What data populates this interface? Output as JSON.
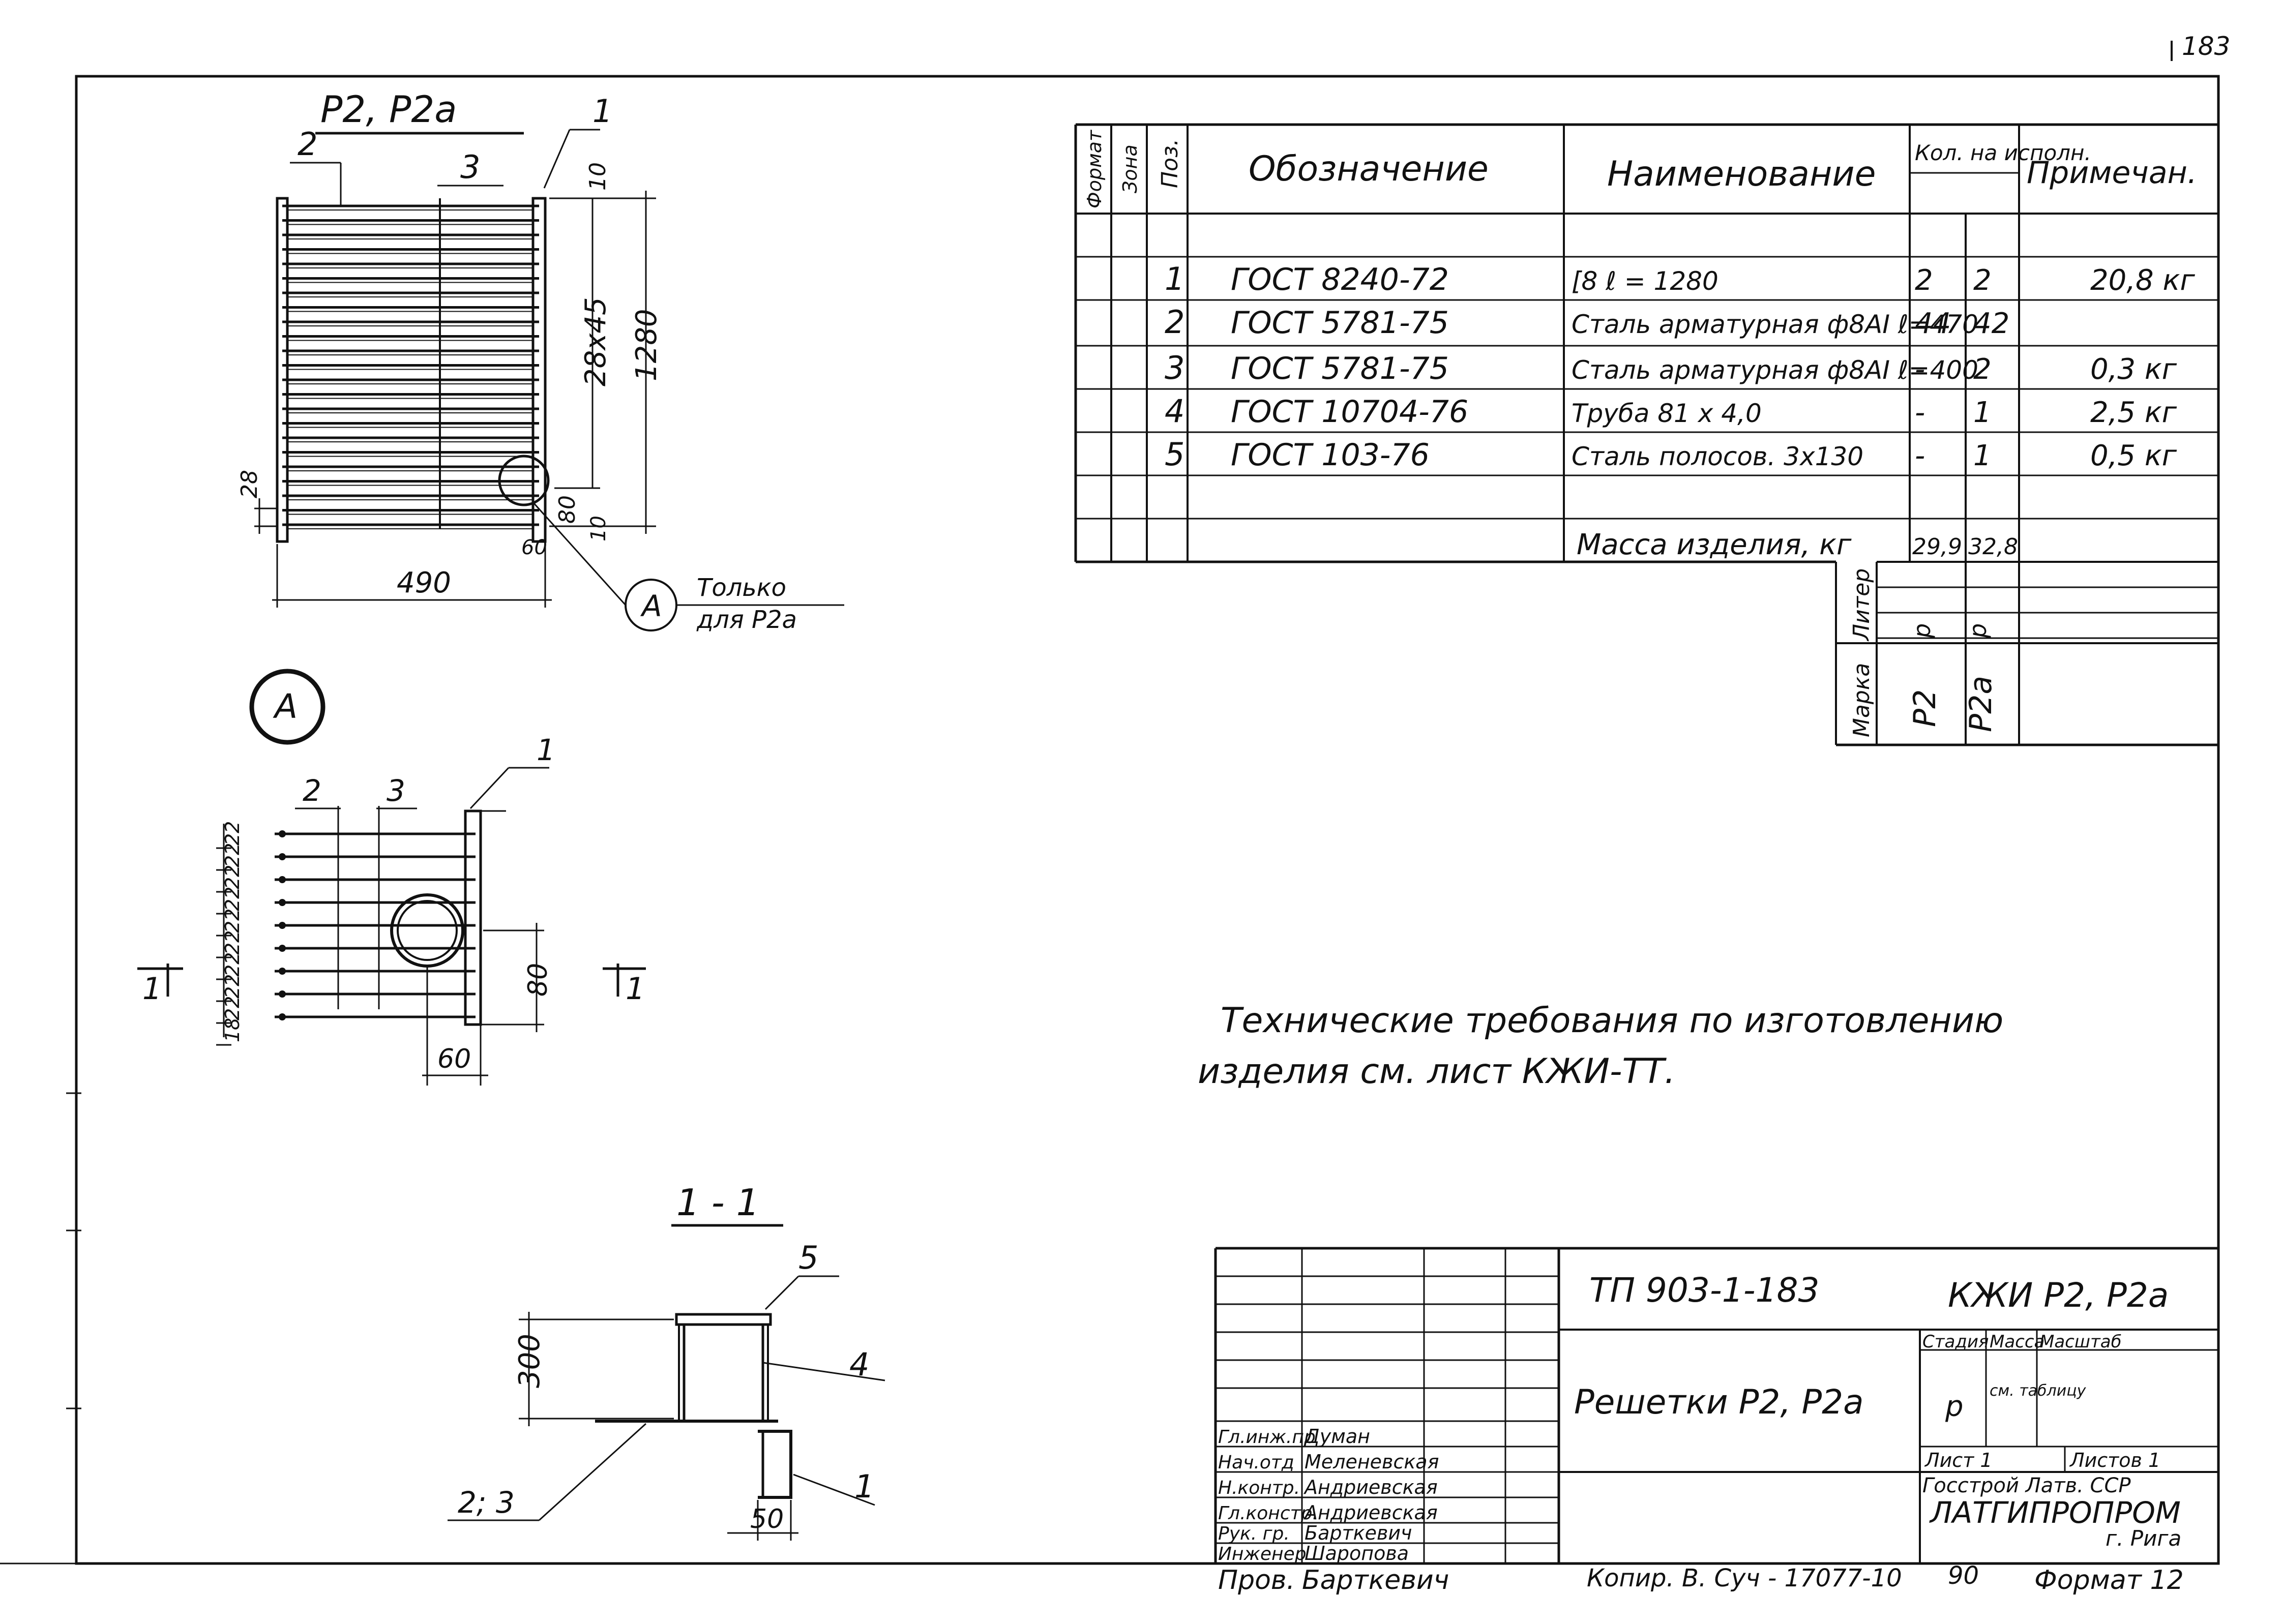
{
  "sheet_number": "183",
  "drawing": {
    "main_title": "Р2, Р2а",
    "dim_490": "490",
    "dim_1280": "1280",
    "dim_28x45": "28х45",
    "dim_10": "10",
    "dim_28": "28",
    "dim_80": "80",
    "dim_60": "60",
    "callout_A": "А",
    "only_for_line1": "Только",
    "only_for_line2": "для Р2а",
    "detail_mark": "А",
    "detail_dims": [
      "18",
      "22",
      "22",
      "22",
      "22",
      "22",
      "22",
      "22",
      "22",
      "22"
    ],
    "section_title": "1 - 1",
    "section_label": "1",
    "dim_300": "300",
    "dim_50": "50",
    "pos_1": "1",
    "pos_2": "2",
    "pos_3": "3",
    "pos_4": "4",
    "pos_5": "5",
    "pos_2_3": "2; 3"
  },
  "spec": {
    "headers": {
      "format": "Формат",
      "zone": "Зона",
      "pos": "Поз.",
      "designation": "Обозначение",
      "name": "Наименование",
      "qty": "Кол. на исполн.",
      "note": "Примечан."
    },
    "rows": [
      {
        "pos": "1",
        "designation": "ГОСТ 8240-72",
        "name": "[8  ℓ = 1280",
        "q1": "2",
        "q2": "2",
        "note": "20,8 кг"
      },
      {
        "pos": "2",
        "designation": "ГОСТ 5781-75",
        "name": "Сталь арматурная ф8АI  ℓ=470",
        "q1": "44",
        "q2": "42",
        "note": ""
      },
      {
        "pos": "3",
        "designation": "ГОСТ 5781-75",
        "name": "Сталь арматурная ф8АI  ℓ=400",
        "q1": "-",
        "q2": "2",
        "note": "0,3 кг"
      },
      {
        "pos": "4",
        "designation": "ГОСТ 10704-76",
        "name": "Труба 81 х 4,0",
        "q1": "-",
        "q2": "1",
        "note": "2,5 кг"
      },
      {
        "pos": "5",
        "designation": "ГОСТ 103-76",
        "name": "Сталь полосов. 3х130",
        "q1": "-",
        "q2": "1",
        "note": "0,5 кг"
      }
    ],
    "mass_label": "Масса изделия, кг",
    "mass_1": "29,9",
    "mass_2": "32,8",
    "liter_label": "Литер",
    "liter_1": "р",
    "liter_2": "р",
    "mark_label": "Марка",
    "mark_1": "Р2",
    "mark_2": "Р2а"
  },
  "tech_req": {
    "line1": "Технические требования по изготовлению",
    "line2": "изделия см. лист КЖИ-ТТ."
  },
  "title_block": {
    "project": "ТП 903-1-183",
    "code": "КЖИ Р2, Р2а",
    "title": "Решетки Р2, Р2а",
    "stage_h": "Стадия",
    "mass_h": "Масса",
    "scale_h": "Масштаб",
    "stage_v": "р",
    "mass_v": "см. таблицу",
    "sheet_label": "Лист 1",
    "sheets_label": "Листов 1",
    "org_line1": "Госстрой Латв. ССР",
    "org_line2": "ЛАТГИПРОПРОМ",
    "org_line3": "г. Рига",
    "people": [
      {
        "role": "Гл.инж.пр",
        "name": "Думан"
      },
      {
        "role": "Нач.отд",
        "name": "Меленевская"
      },
      {
        "role": "Н.контр.",
        "name": "Андриевская"
      },
      {
        "role": "Гл.констр.",
        "name": "Андриевская"
      },
      {
        "role": "Рук. гр.",
        "name": "Барткевич"
      },
      {
        "role": "Инженер",
        "name": "Шаропова"
      }
    ],
    "checked_role": "Пров.",
    "checked_name": "Барткевич",
    "copy_note": "Копир. В. Суч - 17077-10",
    "copy_num": "90",
    "format": "Формат 12"
  }
}
